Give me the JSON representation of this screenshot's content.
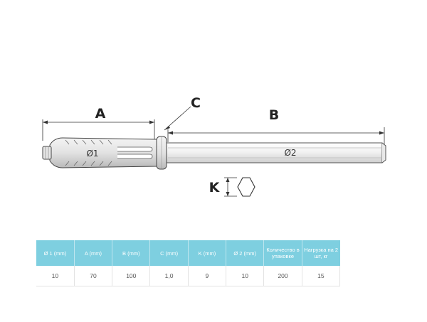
{
  "drawing": {
    "dimension_labels": {
      "a": "A",
      "b": "B",
      "c": "C",
      "k": "K"
    },
    "diameter_labels": {
      "d1": "Ø1",
      "d2": "Ø2"
    }
  },
  "spec_table": {
    "headers": [
      "Ø 1 (mm)",
      "A (mm)",
      "B (mm)",
      "C (mm)",
      "K (mm)",
      "Ø 2 (mm)",
      "Количество в упаковке",
      "Нагрузка на 2 шт, кг"
    ],
    "rows": [
      [
        "10",
        "70",
        "100",
        "1,0",
        "9",
        "10",
        "200",
        "15"
      ]
    ]
  }
}
